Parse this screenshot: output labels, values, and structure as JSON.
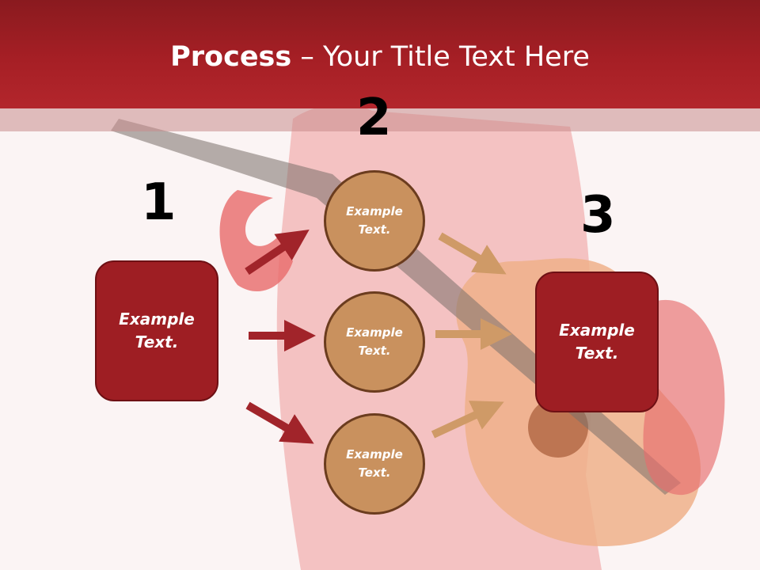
{
  "slide": {
    "title_bold": "Process",
    "title_rest": " – Your Title Text Here",
    "steps": [
      "1",
      "2",
      "3"
    ],
    "left_box": "Example Text.",
    "circles": [
      "Example Text.",
      "Example Text.",
      "Example Text."
    ],
    "right_box": "Example Text."
  },
  "colors": {
    "header": "#a61f25",
    "box": "#9e1e23",
    "circle": "#c9915e",
    "arrow_left": "#a1242a",
    "arrow_right": "#cf9a67"
  }
}
